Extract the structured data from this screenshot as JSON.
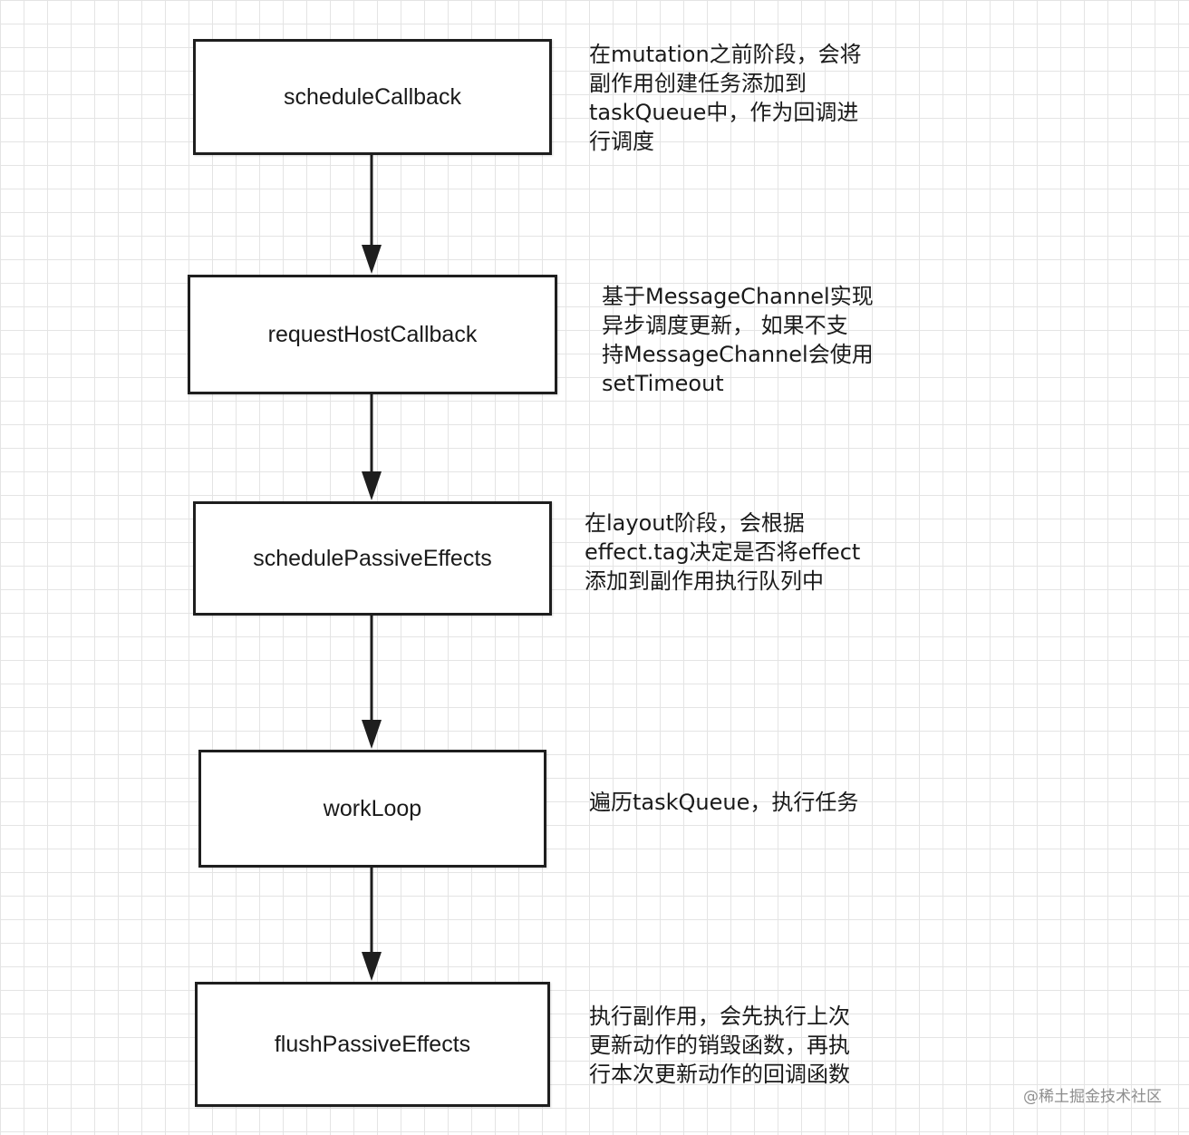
{
  "nodes": [
    {
      "label": "scheduleCallback",
      "note": [
        "在mutation之前阶段，会将",
        "副作用创建任务添加到",
        "taskQueue中，作为回调进",
        "行调度"
      ]
    },
    {
      "label": "requestHostCallback",
      "note": [
        "基于MessageChannel实现",
        "异步调度更新，  如果不支",
        "持MessageChannel会使用",
        "setTimeout"
      ]
    },
    {
      "label": "schedulePassiveEffects",
      "note": [
        "在layout阶段，会根据",
        "effect.tag决定是否将effect",
        "添加到副作用执行队列中"
      ]
    },
    {
      "label": "workLoop",
      "note": [
        "遍历taskQueue，执行任务"
      ]
    },
    {
      "label": "flushPassiveEffects",
      "note": [
        "执行副作用，会先执行上次",
        "更新动作的销毁函数，再执",
        "行本次更新动作的回调函数"
      ]
    }
  ],
  "watermark": "@稀土掘金技术社区",
  "colors": {
    "stroke": "#1e1e1e",
    "grid": "#e4e4e4",
    "text": "#1a1a1a",
    "watermark": "#8e8e8e"
  }
}
